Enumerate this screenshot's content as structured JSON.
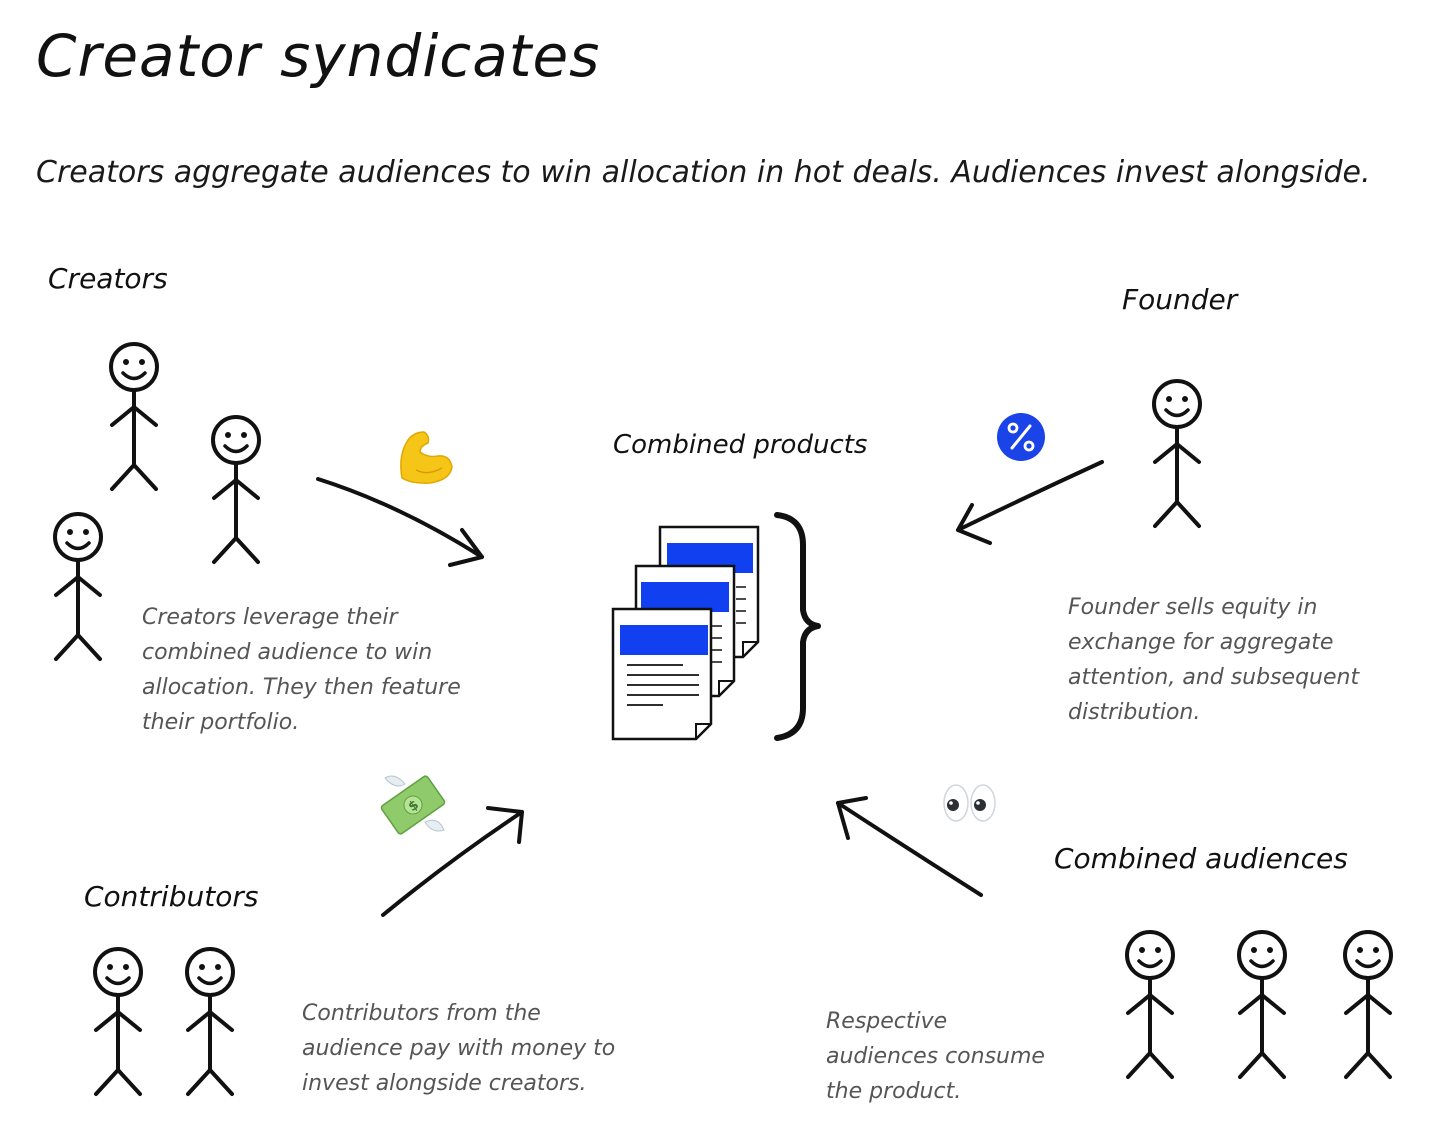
{
  "title": "Creator syndicates",
  "subtitle": "Creators aggregate audiences to win allocation in hot deals. Audiences invest alongside.",
  "nodes": {
    "creators": {
      "label": "Creators",
      "description": "Creators leverage their combined audience to win allocation. They then feature their portfolio."
    },
    "founder": {
      "label": "Founder",
      "description": "Founder sells equity in exchange for aggregate attention, and subsequent distribution."
    },
    "combined_products": {
      "label": "Combined products"
    },
    "contributors": {
      "label": "Contributors",
      "description": "Contributors from the audience pay with money to invest alongside creators."
    },
    "combined_audiences": {
      "label": "Combined audiences",
      "description": "Respective audiences consume the product."
    }
  },
  "icons": {
    "creators_arrow": "flexed-biceps-icon",
    "founder_arrow": "percent-badge-icon",
    "contributors_arrow": "money-with-wings-icon",
    "audiences_arrow": "eyes-icon"
  },
  "colors": {
    "document_header": "#1040f0",
    "percent_badge": "#1a44e8",
    "ink": "#111111"
  }
}
